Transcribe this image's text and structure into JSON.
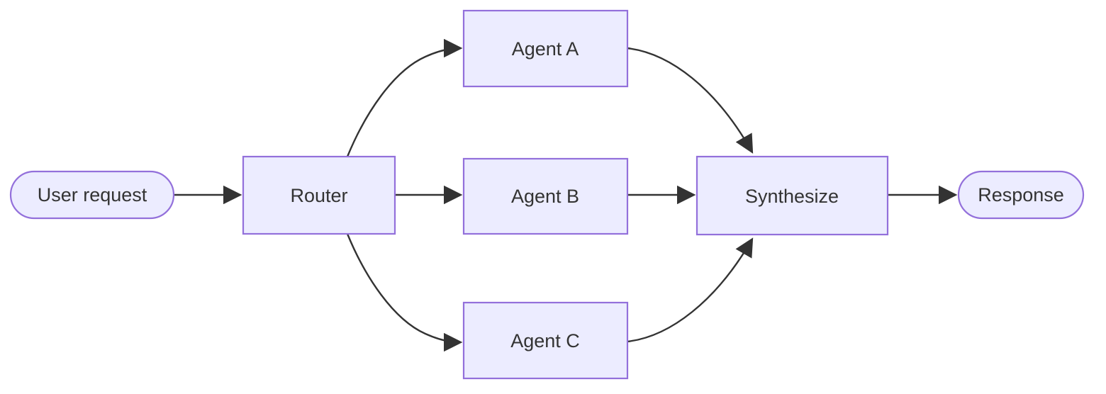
{
  "diagram": {
    "type": "flowchart",
    "direction": "left-to-right",
    "background_color": "#ffffff",
    "colors": {
      "node_fill": "#ECECFF",
      "node_border": "#9370DB",
      "edge_line": "#333333",
      "text": "#333333"
    },
    "nodes": [
      {
        "id": "user_request",
        "label": "User request",
        "shape": "stadium"
      },
      {
        "id": "router",
        "label": "Router",
        "shape": "rect"
      },
      {
        "id": "agent_a",
        "label": "Agent A",
        "shape": "rect"
      },
      {
        "id": "agent_b",
        "label": "Agent B",
        "shape": "rect"
      },
      {
        "id": "agent_c",
        "label": "Agent C",
        "shape": "rect"
      },
      {
        "id": "synthesize",
        "label": "Synthesize",
        "shape": "rect"
      },
      {
        "id": "response",
        "label": "Response",
        "shape": "stadium"
      }
    ],
    "edges": [
      {
        "from": "user_request",
        "to": "router"
      },
      {
        "from": "router",
        "to": "agent_a"
      },
      {
        "from": "router",
        "to": "agent_b"
      },
      {
        "from": "router",
        "to": "agent_c"
      },
      {
        "from": "agent_a",
        "to": "synthesize"
      },
      {
        "from": "agent_b",
        "to": "synthesize"
      },
      {
        "from": "agent_c",
        "to": "synthesize"
      },
      {
        "from": "synthesize",
        "to": "response"
      }
    ]
  }
}
